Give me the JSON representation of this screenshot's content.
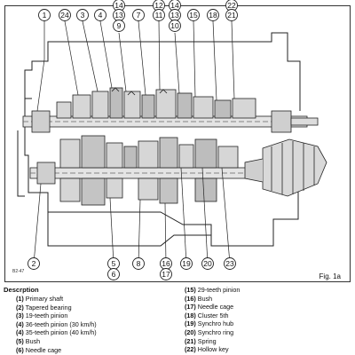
{
  "figure": {
    "code": "B2-47",
    "label": "Fig. 1a"
  },
  "callouts_top": [
    {
      "num": "1",
      "side": "top"
    },
    {
      "num": "24",
      "side": "top"
    },
    {
      "num": "3",
      "side": "top"
    },
    {
      "num": "4",
      "side": "top"
    },
    {
      "num": "14",
      "side": "top"
    },
    {
      "num": "13",
      "side": "top"
    },
    {
      "num": "9",
      "side": "top"
    },
    {
      "num": "7",
      "side": "top"
    },
    {
      "num": "12",
      "side": "top"
    },
    {
      "num": "11",
      "side": "top"
    },
    {
      "num": "14",
      "side": "top"
    },
    {
      "num": "13",
      "side": "top"
    },
    {
      "num": "10",
      "side": "top"
    },
    {
      "num": "15",
      "side": "top"
    },
    {
      "num": "18",
      "side": "top"
    },
    {
      "num": "22",
      "side": "top"
    },
    {
      "num": "21",
      "side": "top"
    }
  ],
  "callouts_bottom": [
    {
      "num": "2",
      "side": "bottom"
    },
    {
      "num": "5",
      "side": "bottom"
    },
    {
      "num": "6",
      "side": "bottom"
    },
    {
      "num": "8",
      "side": "bottom"
    },
    {
      "num": "16",
      "side": "bottom"
    },
    {
      "num": "17",
      "side": "bottom"
    },
    {
      "num": "19",
      "side": "bottom"
    },
    {
      "num": "20",
      "side": "bottom"
    },
    {
      "num": "23",
      "side": "bottom"
    }
  ],
  "legend": {
    "heading": "Descrption",
    "left": [
      {
        "num": "(1)",
        "text": "Primary shaft"
      },
      {
        "num": "(2)",
        "text": "Tapered bearing"
      },
      {
        "num": "(3)",
        "text": "19-teeth pinion"
      },
      {
        "num": "(4)",
        "text": "36-teeth pinion (30 km/h)"
      },
      {
        "num": "(4)",
        "text": "35-teeth pinion (40 km/h)"
      },
      {
        "num": "(5)",
        "text": "Bush"
      },
      {
        "num": "(6)",
        "text": "Needle cage"
      }
    ],
    "right": [
      {
        "num": "(15)",
        "text": "29-teeth pinion"
      },
      {
        "num": "(16)",
        "text": "Bush"
      },
      {
        "num": "(17)",
        "text": "Needle cage"
      },
      {
        "num": "(18)",
        "text": "Cluster 5th"
      },
      {
        "num": "(19)",
        "text": "Synchro hub"
      },
      {
        "num": "(20)",
        "text": "Synchro ring"
      },
      {
        "num": "(21)",
        "text": "Spring"
      },
      {
        "num": "(22)",
        "text": "Hollow key"
      }
    ]
  }
}
